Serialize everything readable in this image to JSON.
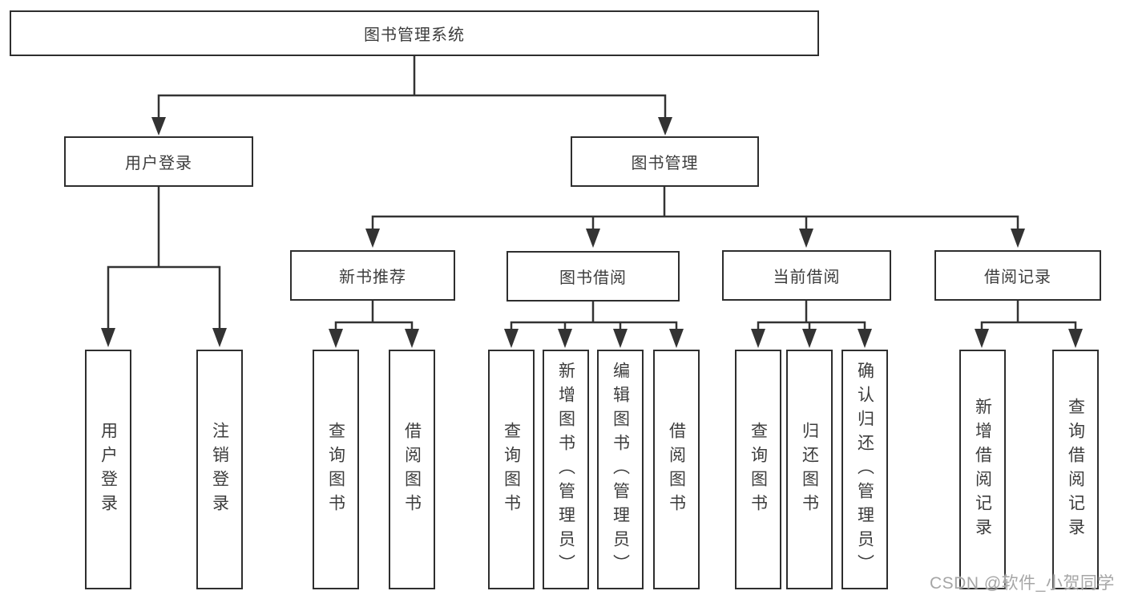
{
  "root": {
    "label": "图书管理系统"
  },
  "branches": [
    {
      "label": "用户登录",
      "children": [
        {
          "label": "用户登录"
        },
        {
          "label": "注销登录"
        }
      ]
    },
    {
      "label": "图书管理",
      "children": [
        {
          "label": "新书推荐",
          "children": [
            {
              "label": "查询图书"
            },
            {
              "label": "借阅图书"
            }
          ]
        },
        {
          "label": "图书借阅",
          "children": [
            {
              "label": "查询图书"
            },
            {
              "label": "新增图书（管理员）"
            },
            {
              "label": "编辑图书（管理员）"
            },
            {
              "label": "借阅图书"
            }
          ]
        },
        {
          "label": "当前借阅",
          "children": [
            {
              "label": "查询图书"
            },
            {
              "label": "归还图书"
            },
            {
              "label": "确认归还（管理员）"
            }
          ]
        },
        {
          "label": "借阅记录",
          "children": [
            {
              "label": "新增借阅记录"
            },
            {
              "label": "查询借阅记录"
            }
          ]
        }
      ]
    }
  ],
  "watermark": {
    "text": "CSDN @软件_小贺同学"
  },
  "colors": {
    "line": "#333333",
    "box_border": "#2e2e2e",
    "text": "#3d3d3d",
    "background": "#ffffff",
    "watermark": "#a6a6a6"
  }
}
